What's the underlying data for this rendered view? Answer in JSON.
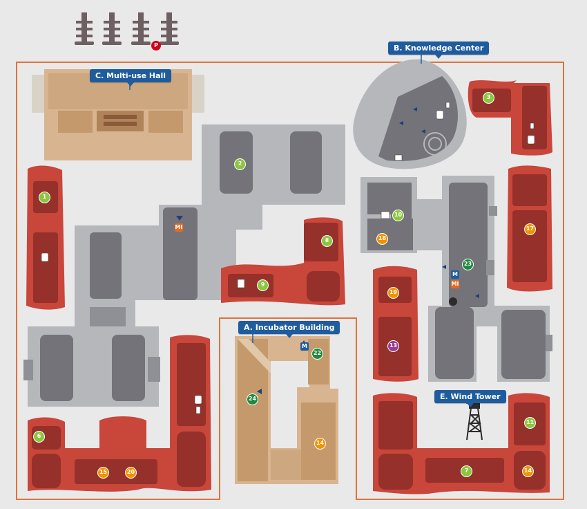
{
  "colors": {
    "background": "#e9e9ea",
    "outline": "#e0733a",
    "grey_building": "#b5b7bb",
    "grey_room": "#737379",
    "red_building": "#c9463a",
    "red_room": "#96302a",
    "tan_building": "#d8b590",
    "tan_room": "#c49a6c",
    "callout": "#1f5c9e",
    "badge_green": "#8cc63f",
    "badge_orange": "#f39200",
    "badge_dark_green": "#1e8a3c",
    "badge_purple": "#9b3b91",
    "mi_orange": "#e8681e",
    "parking_red": "#d0021b"
  },
  "labels": {
    "knowledge_center": "B. Knowledge Center",
    "multi_use_hall": "C. Multi-use Hall",
    "incubator_building": "A. Incubator Building",
    "wind_tower": "E. Wind Tower"
  },
  "parking": {
    "label": "P",
    "icon": "parking-icon"
  },
  "symbols": {
    "m": "M",
    "mi": "MI"
  },
  "badges": [
    {
      "id": "b1",
      "text": "1",
      "color": "#8cc63f"
    },
    {
      "id": "b2",
      "text": "2",
      "color": "#8cc63f"
    },
    {
      "id": "b3",
      "text": "3",
      "color": "#8cc63f"
    },
    {
      "id": "b6",
      "text": "6",
      "color": "#8cc63f"
    },
    {
      "id": "b7",
      "text": "7",
      "color": "#8cc63f"
    },
    {
      "id": "b8",
      "text": "8",
      "color": "#8cc63f"
    },
    {
      "id": "b9",
      "text": "9",
      "color": "#8cc63f"
    },
    {
      "id": "b10",
      "text": "10",
      "color": "#8cc63f"
    },
    {
      "id": "b11",
      "text": "11",
      "color": "#8cc63f"
    },
    {
      "id": "b13",
      "text": "13",
      "color": "#9b3b91"
    },
    {
      "id": "b14a",
      "text": "14",
      "color": "#f39200"
    },
    {
      "id": "b14b",
      "text": "14",
      "color": "#f39200"
    },
    {
      "id": "b15",
      "text": "15",
      "color": "#f39200"
    },
    {
      "id": "b17",
      "text": "17",
      "color": "#f39200"
    },
    {
      "id": "b18",
      "text": "18",
      "color": "#f39200"
    },
    {
      "id": "b19",
      "text": "19",
      "color": "#f39200"
    },
    {
      "id": "b20",
      "text": "20",
      "color": "#f39200"
    },
    {
      "id": "b22",
      "text": "22",
      "color": "#1e8a3c"
    },
    {
      "id": "b23",
      "text": "23",
      "color": "#1e8a3c"
    },
    {
      "id": "b24",
      "text": "24",
      "color": "#1e8a3c"
    }
  ]
}
